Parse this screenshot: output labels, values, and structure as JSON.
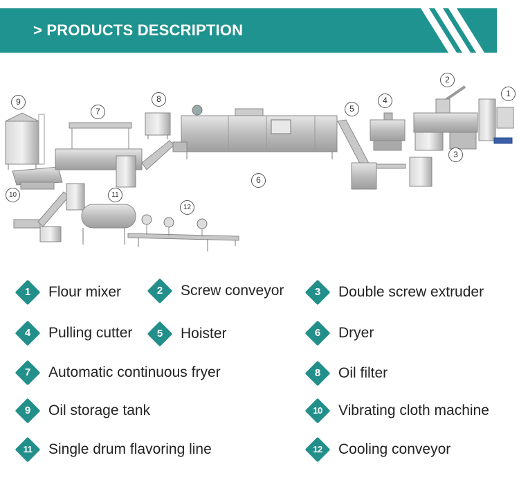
{
  "header": {
    "title": "> PRODUCTS DESCRIPTION"
  },
  "callouts": [
    "1",
    "2",
    "3",
    "4",
    "5",
    "6",
    "7",
    "8",
    "9",
    "10",
    "11",
    "12"
  ],
  "legend": [
    {
      "num": "1",
      "label": "Flour mixer"
    },
    {
      "num": "2",
      "label": "Screw conveyor"
    },
    {
      "num": "3",
      "label": "Double screw extruder"
    },
    {
      "num": "4",
      "label": "Pulling cutter"
    },
    {
      "num": "5",
      "label": "Hoister"
    },
    {
      "num": "6",
      "label": "Dryer"
    },
    {
      "num": "7",
      "label": "Automatic continuous fryer"
    },
    {
      "num": "8",
      "label": "Oil filter"
    },
    {
      "num": "9",
      "label": "Oil storage tank"
    },
    {
      "num": "10",
      "label": "Vibrating cloth machine"
    },
    {
      "num": "11",
      "label": "Single drum flavoring line"
    },
    {
      "num": "12",
      "label": "Cooling conveyor"
    }
  ],
  "colors": {
    "banner": "#1f9390",
    "diamond": "#238f8b",
    "text": "#222222"
  }
}
